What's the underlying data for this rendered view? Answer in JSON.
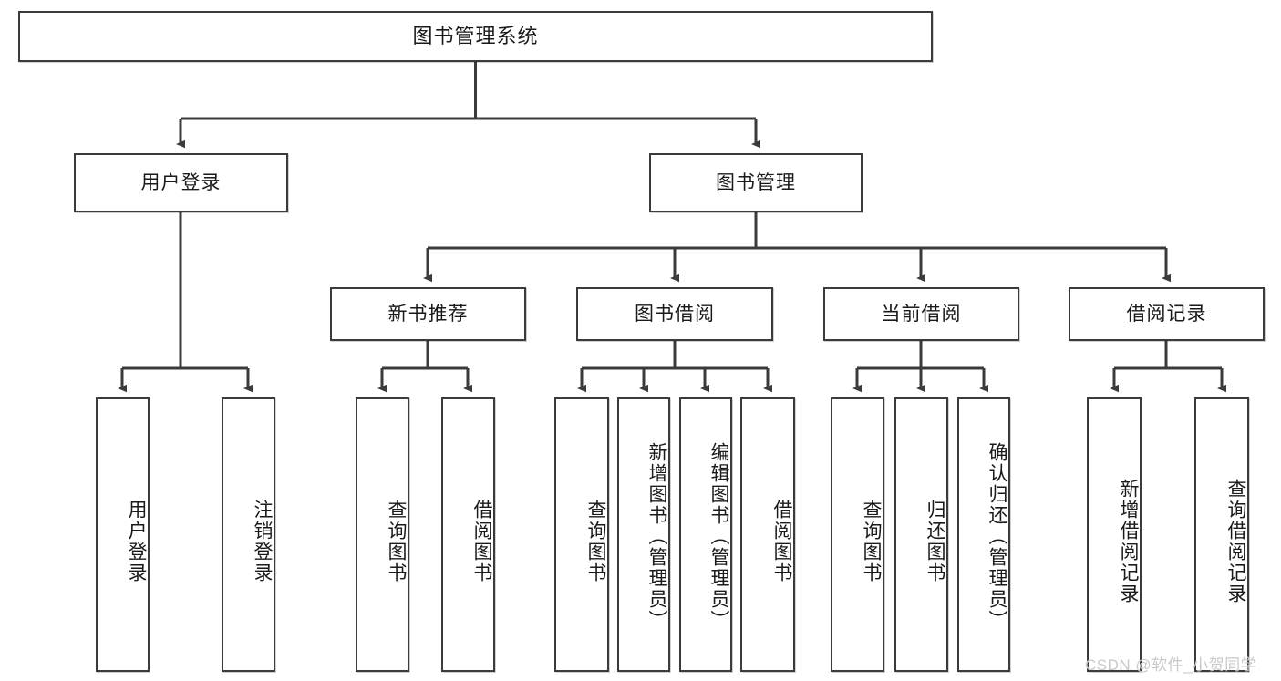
{
  "diagram": {
    "title": "图书管理系统",
    "type": "功能结构图",
    "stroke_color": "#3b3b3b",
    "background_color": "#ffffff",
    "text_color": "#1a1a1a"
  },
  "levels": {
    "root": {
      "label": "图书管理系统"
    },
    "level2": [
      {
        "label": "用户登录"
      },
      {
        "label": "图书管理"
      }
    ],
    "level3": [
      {
        "label": "新书推荐"
      },
      {
        "label": "图书借阅"
      },
      {
        "label": "当前借阅"
      },
      {
        "label": "借阅记录"
      }
    ],
    "leaves": [
      {
        "label": "用户登录",
        "parent": "用户登录"
      },
      {
        "label": "注销登录",
        "parent": "用户登录"
      },
      {
        "label": "查询图书",
        "parent": "新书推荐"
      },
      {
        "label": "借阅图书",
        "parent": "新书推荐"
      },
      {
        "label": "查询图书",
        "parent": "图书借阅"
      },
      {
        "label": "新增图书（管理员）",
        "parent": "图书借阅"
      },
      {
        "label": "编辑图书（管理员）",
        "parent": "图书借阅"
      },
      {
        "label": "借阅图书",
        "parent": "图书借阅"
      },
      {
        "label": "查询图书",
        "parent": "当前借阅"
      },
      {
        "label": "归还图书",
        "parent": "当前借阅"
      },
      {
        "label": "确认归还（管理员）",
        "parent": "当前借阅"
      },
      {
        "label": "新增借阅记录",
        "parent": "借阅记录"
      },
      {
        "label": "查询借阅记录",
        "parent": "借阅记录"
      }
    ]
  },
  "watermark": {
    "text": "CSDN @软件_小贺同学",
    "color": "#c9c9c9"
  }
}
